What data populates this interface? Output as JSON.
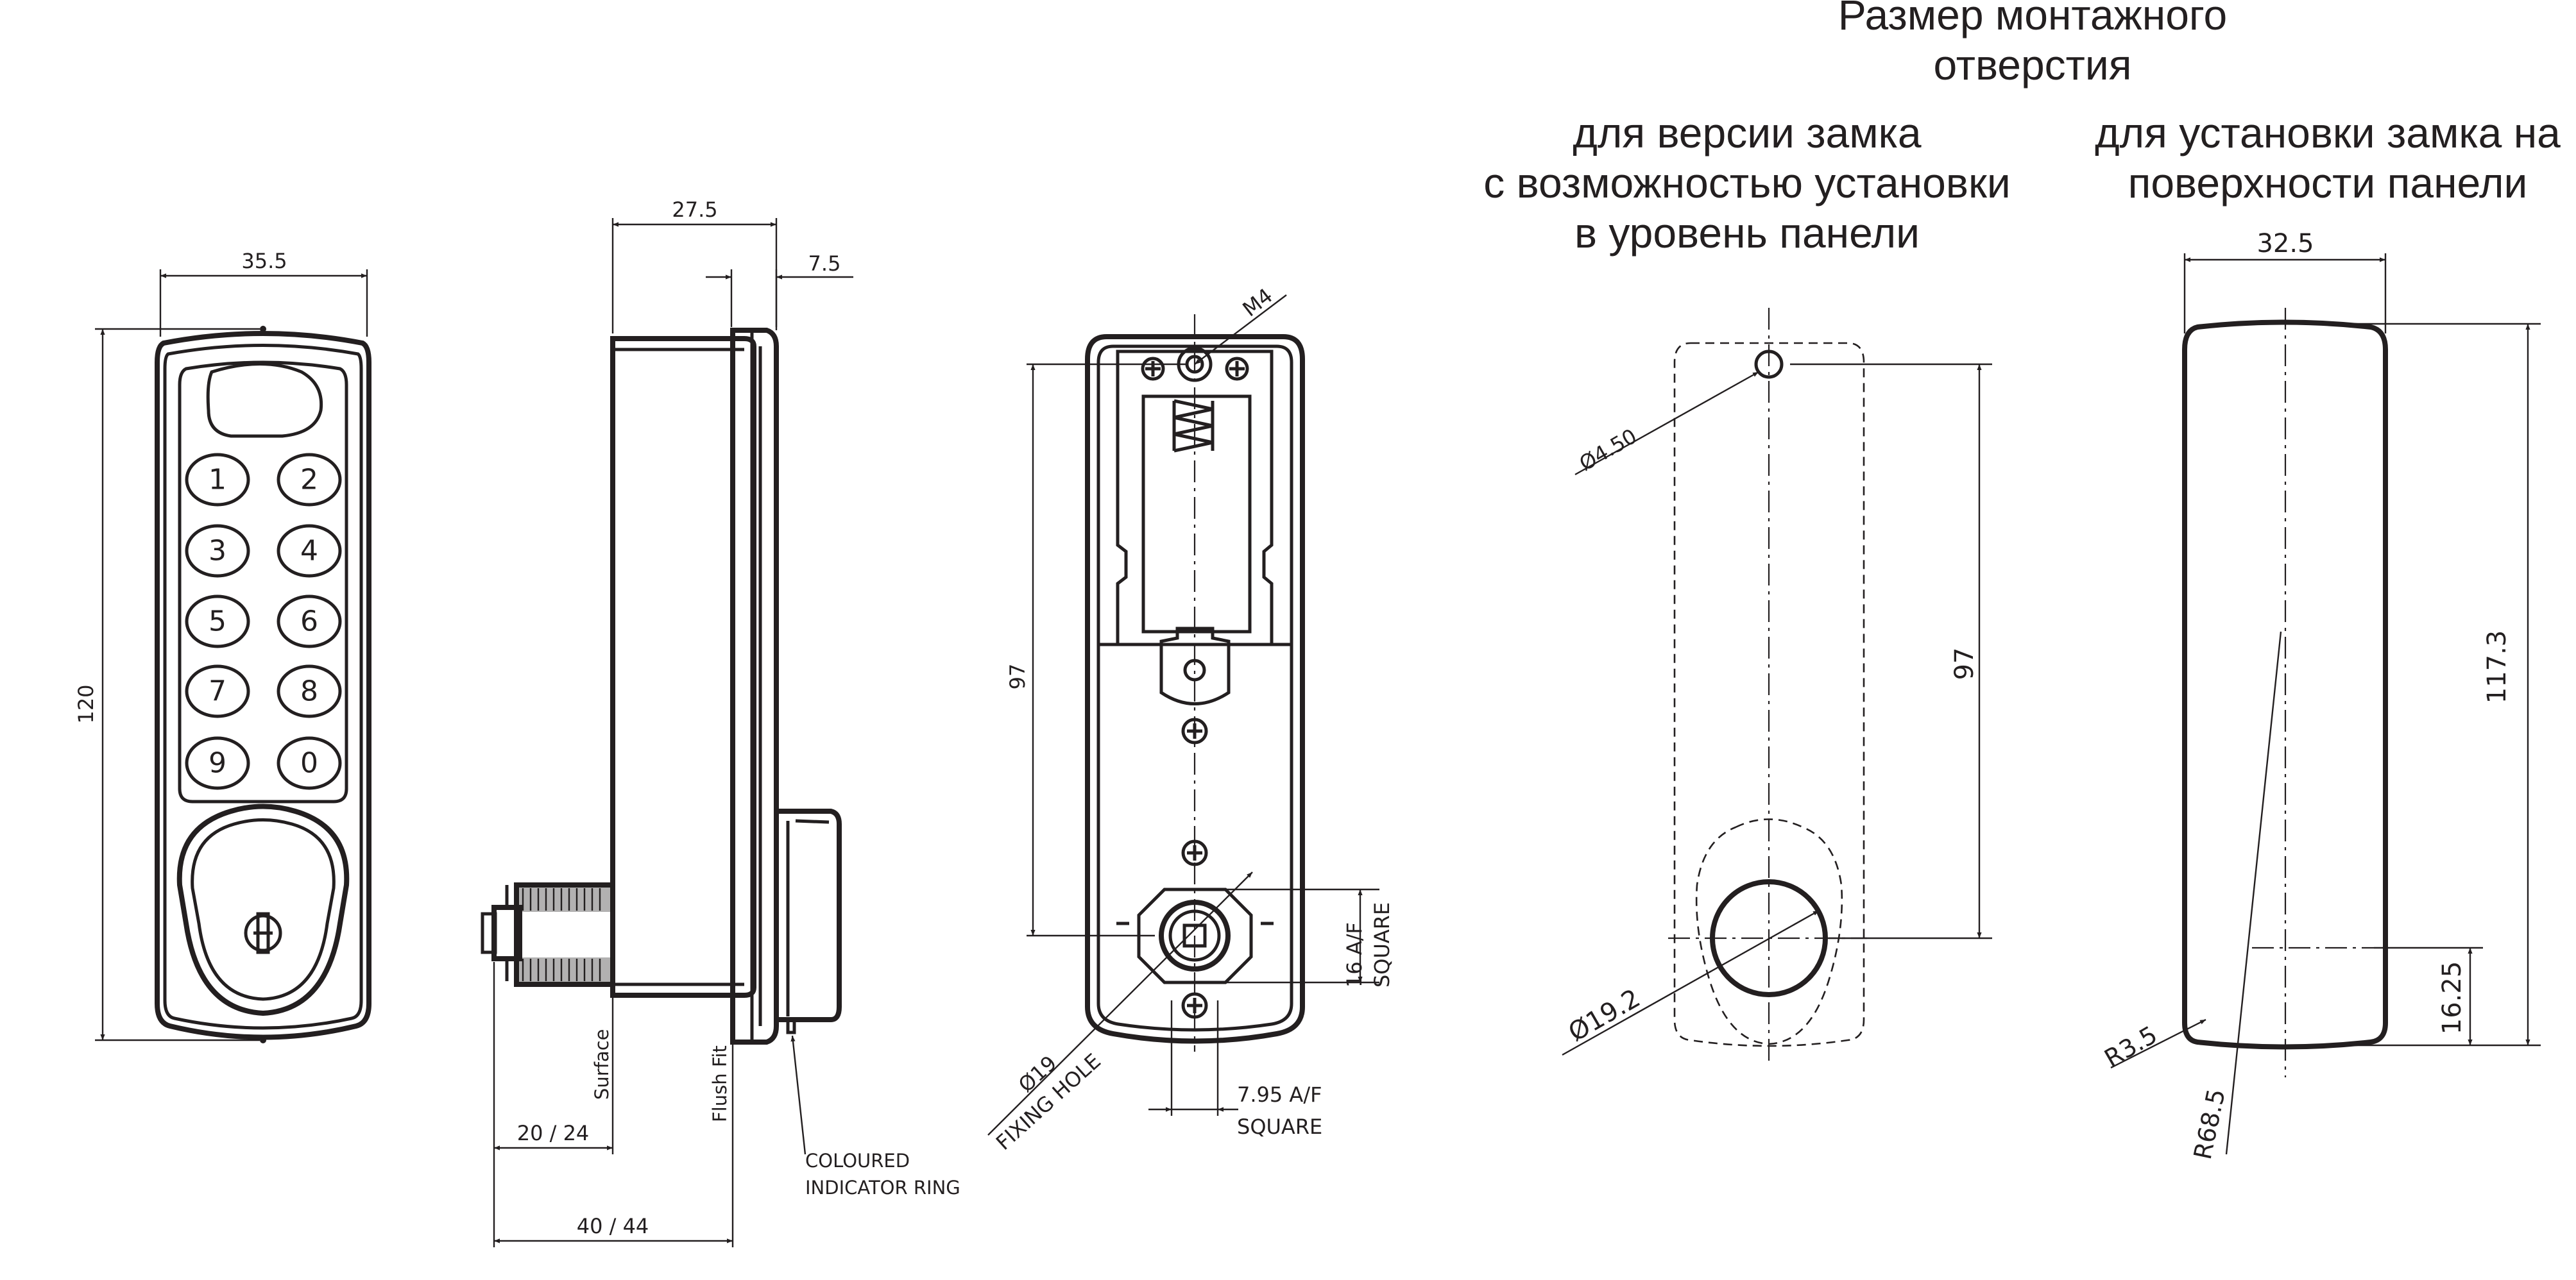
{
  "headings": {
    "main_line1": "Размер монтажного",
    "main_line2": "отверстия",
    "flush_line1": "для версии замка",
    "flush_line2": "с возможностью установки",
    "flush_line3": "в уровень панели",
    "surface_line1": "для установки замка на",
    "surface_line2": "поверхности панели"
  },
  "keypad": {
    "keys": [
      "1",
      "2",
      "3",
      "4",
      "5",
      "6",
      "7",
      "8",
      "9",
      "0"
    ]
  },
  "dimensions": {
    "front_width": "35.5",
    "front_height": "120",
    "side_depth": "27.5",
    "side_bezel": "7.5",
    "side_surface_label": "Surface",
    "side_flush_label": "Flush Fit",
    "side_spindle": "20 / 24",
    "side_overall": "40 / 44",
    "indicator_line1": "COLOURED",
    "indicator_line2": "INDICATOR RING",
    "rear_thread": "M4",
    "rear_height": "97",
    "rear_square_line1": "16 A/F",
    "rear_square_line2": "SQUARE",
    "rear_fixing_line1": "Ø19",
    "rear_fixing_line2": "FIXING HOLE",
    "rear_af_line1": "7.95 A/F",
    "rear_af_line2": "SQUARE",
    "flush_hole": "Ø4.50",
    "flush_height": "97",
    "flush_bore": "Ø19.2",
    "surface_width": "32.5",
    "surface_height": "117.3",
    "surface_bottom": "16.25",
    "surface_corner": "R3.5",
    "surface_arc": "R68.5"
  }
}
